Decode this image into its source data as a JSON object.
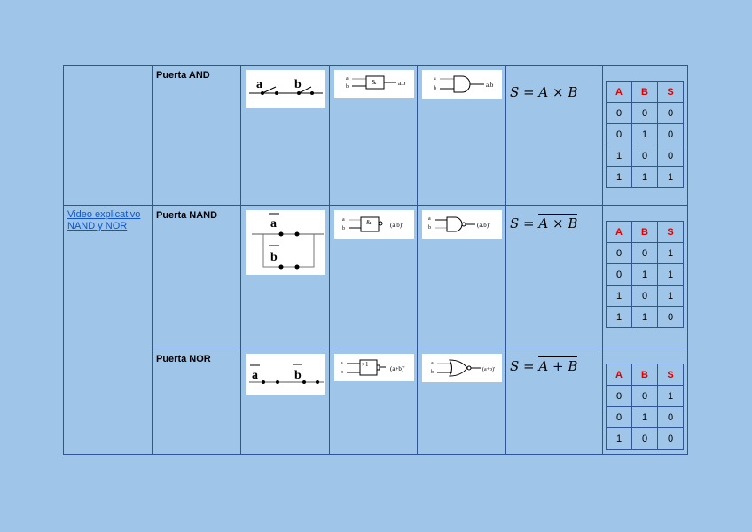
{
  "link": {
    "text": "Video explicativo NAND y NOR"
  },
  "gates": [
    {
      "name": "Puerta AND",
      "switch_labels": [
        "a",
        "b"
      ],
      "block_symbol": "&",
      "inputs": [
        "a",
        "b"
      ],
      "output": "a.b",
      "formula_lhs": "S = ",
      "formula_rhs": "A × B",
      "overline": false,
      "truth_table": {
        "headers": [
          "A",
          "B",
          "S"
        ],
        "rows": [
          [
            "0",
            "0",
            "0"
          ],
          [
            "0",
            "1",
            "0"
          ],
          [
            "1",
            "0",
            "0"
          ],
          [
            "1",
            "1",
            "1"
          ]
        ]
      }
    },
    {
      "name": "Puerta NAND",
      "switch_labels": [
        "a",
        "b"
      ],
      "block_symbol": "&",
      "inputs": [
        "a",
        "b"
      ],
      "output": "(a.b)'",
      "formula_lhs": "S = ",
      "formula_rhs": "A × B",
      "overline": true,
      "truth_table": {
        "headers": [
          "A",
          "B",
          "S"
        ],
        "rows": [
          [
            "0",
            "0",
            "1"
          ],
          [
            "0",
            "1",
            "1"
          ],
          [
            "1",
            "0",
            "1"
          ],
          [
            "1",
            "1",
            "0"
          ]
        ]
      }
    },
    {
      "name": "Puerta NOR",
      "switch_labels": [
        "a",
        "b"
      ],
      "block_symbol": ">1",
      "inputs": [
        "a",
        "b"
      ],
      "output": "(a+b)'",
      "formula_lhs": "S = ",
      "formula_rhs": "A + B",
      "overline": true,
      "truth_table": {
        "headers": [
          "A",
          "B",
          "S"
        ],
        "rows": [
          [
            "0",
            "0",
            "1"
          ],
          [
            "0",
            "1",
            "0"
          ],
          [
            "1",
            "0",
            "0"
          ]
        ]
      }
    }
  ]
}
